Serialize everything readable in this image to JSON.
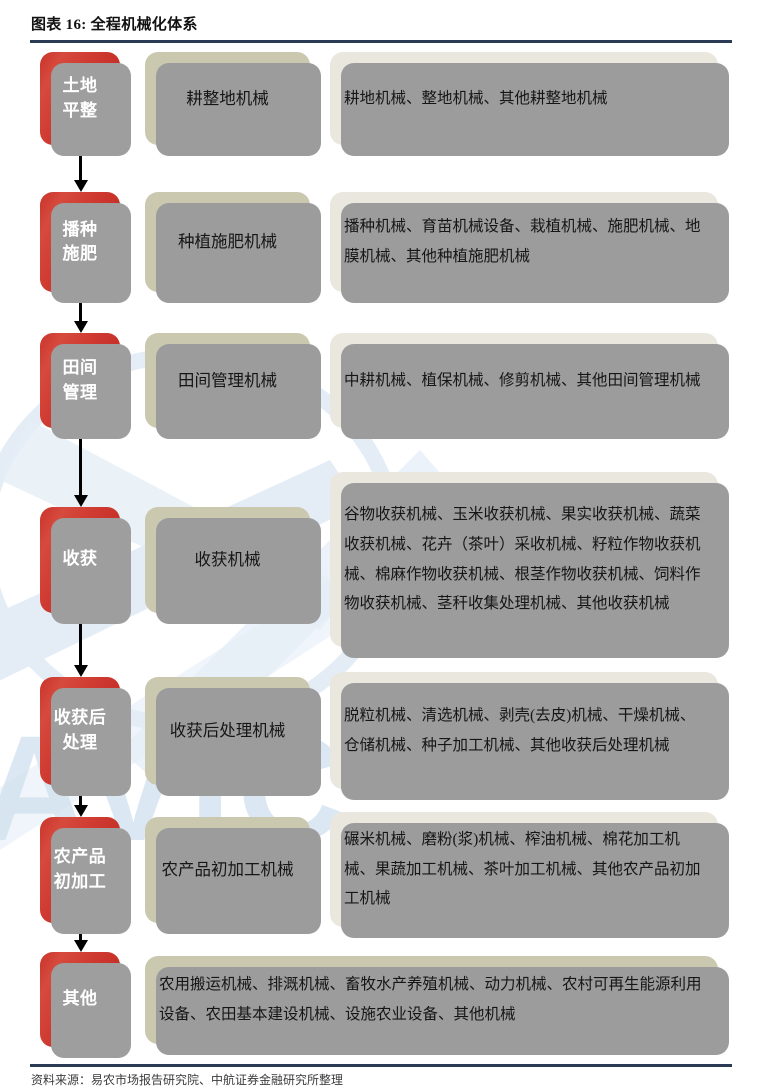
{
  "chart": {
    "title": "图表 16: 全程机械化体系",
    "footer": "资料来源：易农市场报告研究院、中航证券金融研究所整理"
  },
  "colors": {
    "stage_red": "#c9332b",
    "category_tan": "#cbc8b0",
    "detail_beige": "#eae8de",
    "shadow_gray": "#9c9c9c",
    "rule_navy": "#2b3a55",
    "watermark_blue": "#cfe0ef"
  },
  "watermark": {
    "text": "AVIC"
  },
  "rows": [
    {
      "stage": "土地\n平整",
      "category": "耕整地机械",
      "detail": "耕地机械、整地机械、其他耕整地机械"
    },
    {
      "stage": "播种\n施肥",
      "category": "种植施肥机械",
      "detail": "播种机械、育苗机械设备、栽植机械、施肥机械、地膜机械、其他种植施肥机械"
    },
    {
      "stage": "田间\n管理",
      "category": "田间管理机械",
      "detail": "中耕机械、植保机械、修剪机械、其他田间管理机械"
    },
    {
      "stage": "收获",
      "category": "收获机械",
      "detail": "谷物收获机械、玉米收获机械、果实收获机械、蔬菜收获机械、花卉（茶叶）采收机械、籽粒作物收获机械、棉麻作物收获机械、根茎作物收获机械、饲料作物收获机械、茎秆收集处理机械、其他收获机械"
    },
    {
      "stage": "收获后\n处理",
      "category": "收获后处理机械",
      "detail": "脱粒机械、清选机械、剥壳(去皮)机械、干燥机械、仓储机械、种子加工机械、其他收获后处理机械"
    },
    {
      "stage": "农产品\n初加工",
      "category": "农产品初加工机械",
      "detail": "碾米机械、磨粉(浆)机械、榨油机械、棉花加工机械、果蔬加工机械、茶叶加工机械、其他农产品初加工机械"
    },
    {
      "stage": "其他",
      "category": "",
      "detail": "农用搬运机械、排溉机械、畜牧水产养殖机械、动力机械、农村可再生能源利用设备、农田基本建设机械、设施农业设备、其他机械"
    }
  ]
}
